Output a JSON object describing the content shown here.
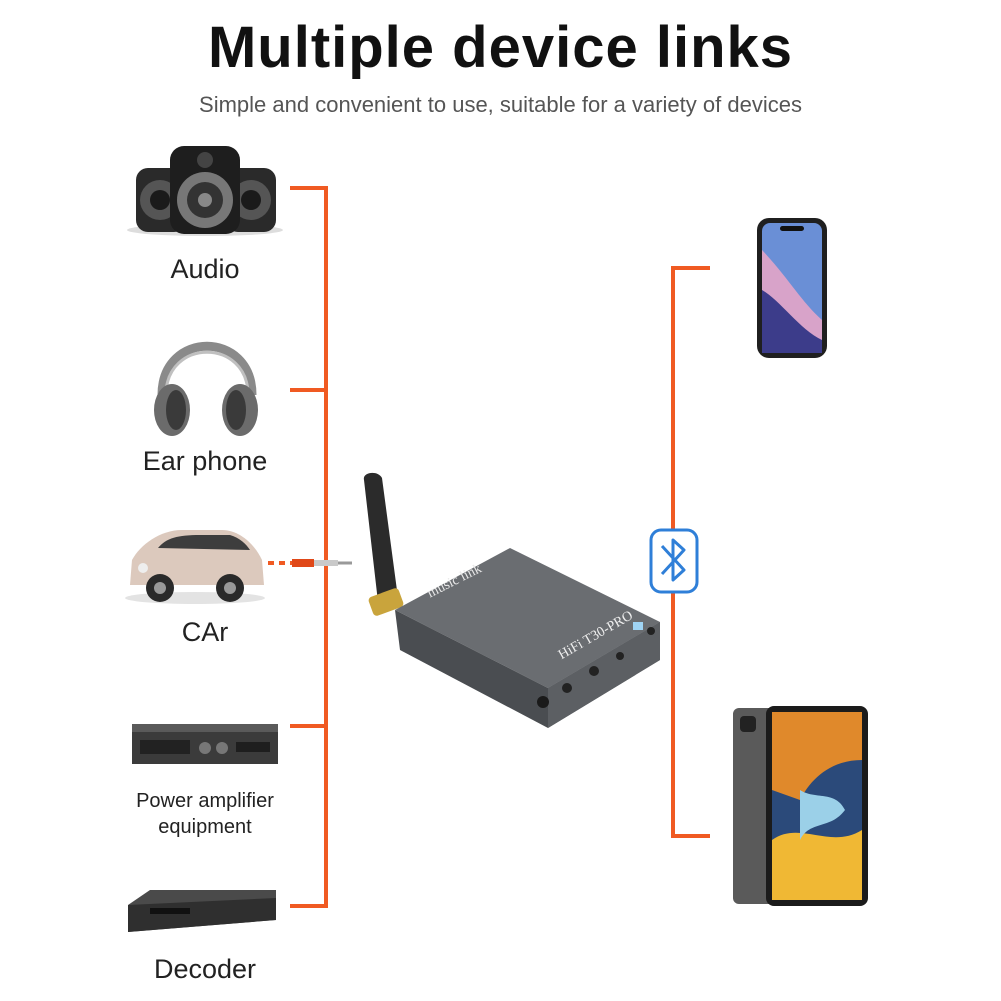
{
  "header": {
    "title": "Multiple device links",
    "subtitle": "Simple and convenient to use, suitable for a variety of devices"
  },
  "devices_left": [
    {
      "label": "Audio",
      "icon": "speakers-icon"
    },
    {
      "label": "Ear phone",
      "icon": "headphones-icon"
    },
    {
      "label": "CAr",
      "icon": "car-icon"
    },
    {
      "label": "Power amplifier\nequipment",
      "icon": "amplifier-icon"
    },
    {
      "label": "Decoder",
      "icon": "decoder-icon"
    }
  ],
  "devices_right": [
    {
      "icon": "smartphone-icon"
    },
    {
      "icon": "tablet-icon"
    }
  ],
  "product": {
    "brand_text": "music link",
    "model_text": "HiFi T30-PRO"
  },
  "connection": {
    "icon": "bluetooth-icon"
  },
  "colors": {
    "connector_line": "#f05a22",
    "bluetooth": "#2f7fd8",
    "device_body": "#55585c"
  }
}
